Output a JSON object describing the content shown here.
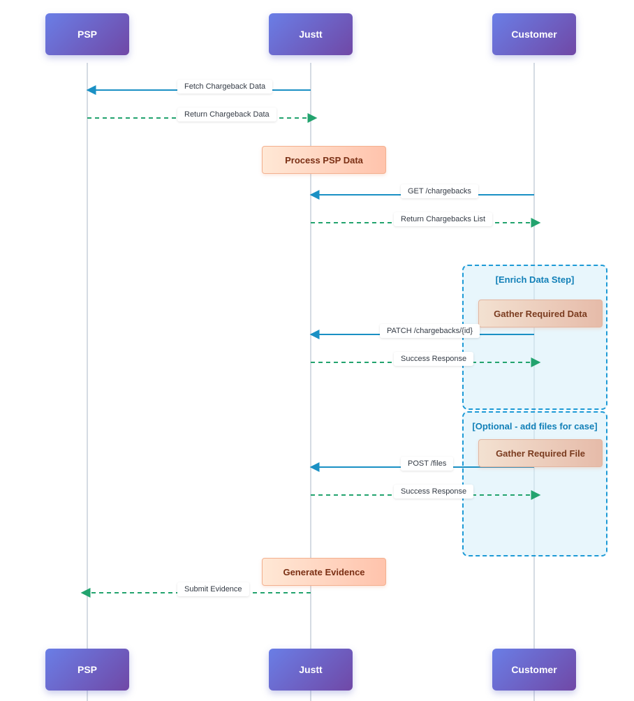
{
  "participants": {
    "psp": "PSP",
    "justt": "Justt",
    "customer": "Customer"
  },
  "colors": {
    "request_arrow": "#1a90c4",
    "response_arrow": "#22a36e",
    "group_border": "#1d9ad6",
    "actor_gradient_start": "#6a7ee6",
    "actor_gradient_end": "#7048a6"
  },
  "messages": [
    {
      "label": "Fetch Chargeback Data",
      "from": "justt",
      "to": "psp",
      "style": "solid"
    },
    {
      "label": "Return Chargeback Data",
      "from": "psp",
      "to": "justt",
      "style": "dashed"
    },
    {
      "label": "GET /chargebacks",
      "from": "customer",
      "to": "justt",
      "style": "solid"
    },
    {
      "label": "Return Chargebacks List",
      "from": "justt",
      "to": "customer",
      "style": "dashed"
    },
    {
      "label": "PATCH /chargebacks/{id}",
      "from": "customer",
      "to": "justt",
      "style": "solid"
    },
    {
      "label": "Success Response",
      "from": "justt",
      "to": "customer",
      "style": "dashed"
    },
    {
      "label": "POST /files",
      "from": "customer",
      "to": "justt",
      "style": "solid"
    },
    {
      "label": "Success Response",
      "from": "justt",
      "to": "customer",
      "style": "dashed"
    },
    {
      "label": "Submit Evidence",
      "from": "justt",
      "to": "psp",
      "style": "dashed"
    }
  ],
  "notes": {
    "process_psp": "Process PSP Data",
    "gather_data": "Gather Required Data",
    "gather_file": "Gather Required File",
    "generate_evidence": "Generate Evidence"
  },
  "groups": {
    "enrich": "[Enrich Data Step]",
    "optional_files": "[Optional - add files for case]"
  }
}
